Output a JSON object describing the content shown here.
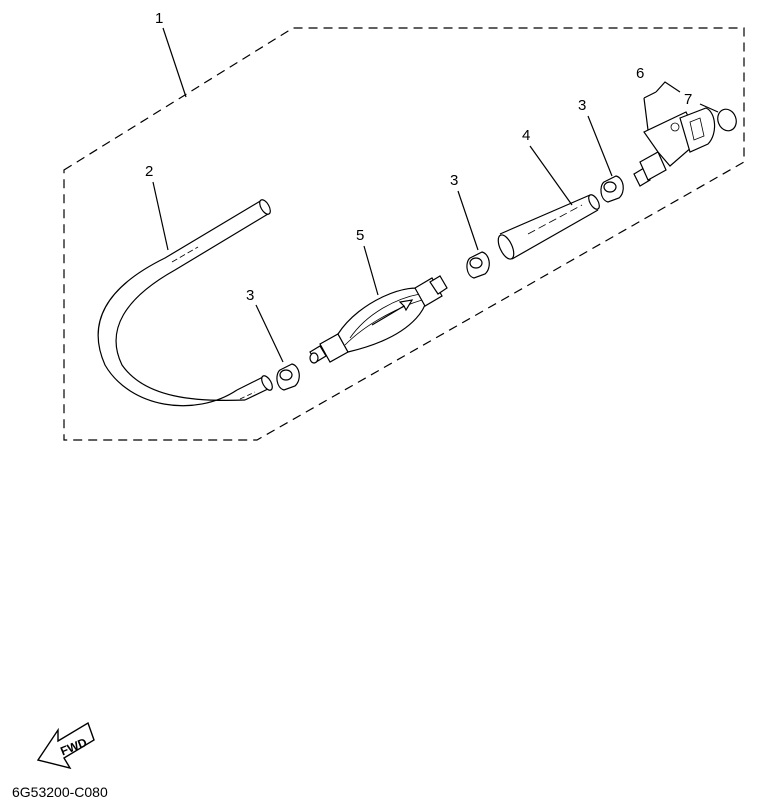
{
  "callouts": {
    "c1": "1",
    "c2": "2",
    "c3a": "3",
    "c3b": "3",
    "c3c": "3",
    "c4": "4",
    "c5": "5",
    "c6": "6",
    "c7": "7"
  },
  "fwd_arrow": {
    "label": "FWD"
  },
  "diagram_code": "6G53200-C080"
}
